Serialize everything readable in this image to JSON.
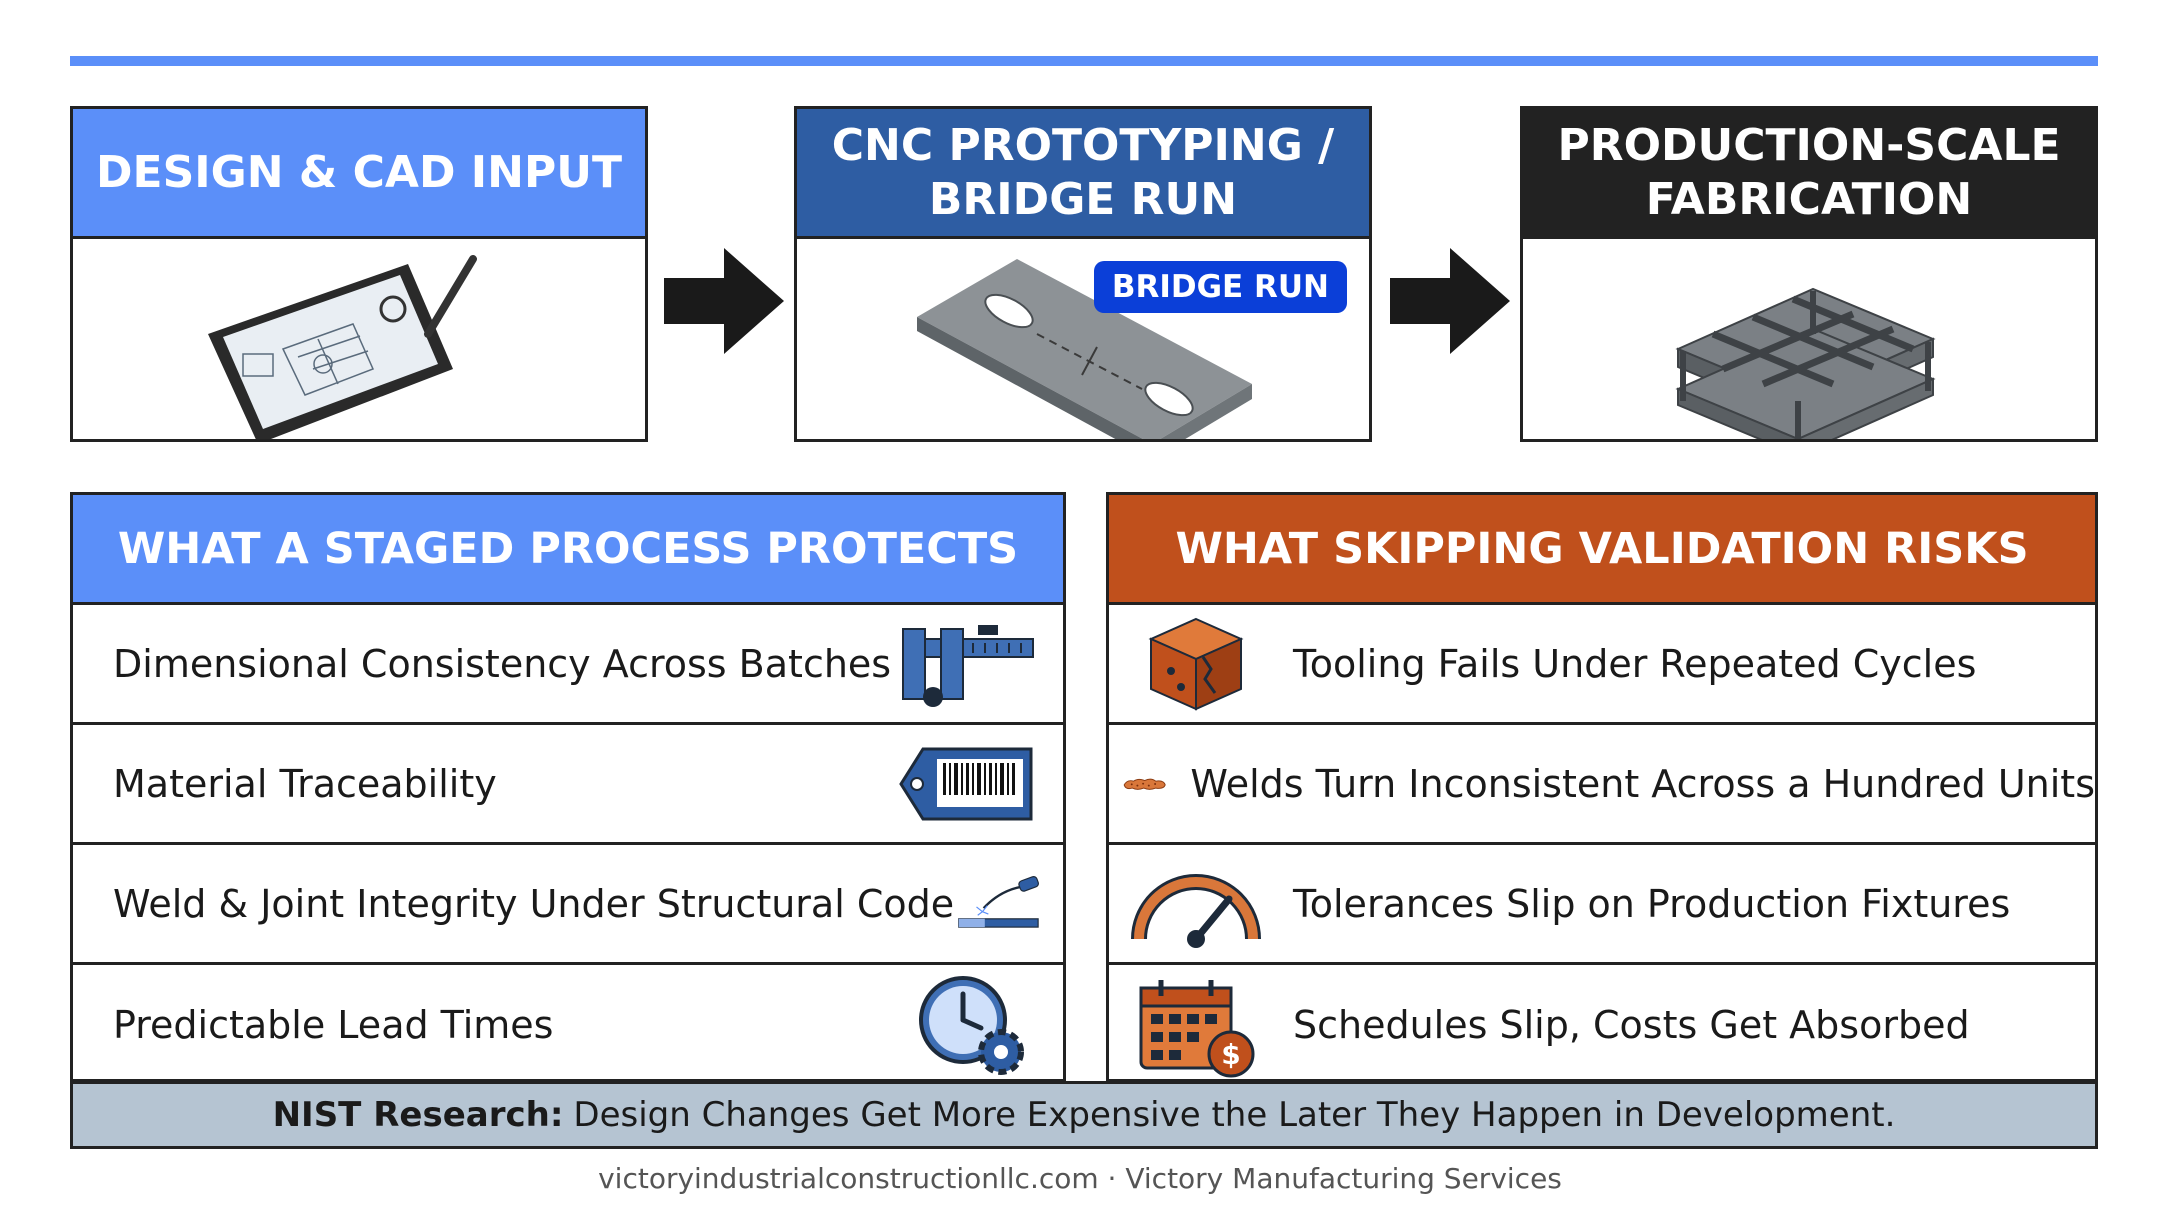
{
  "colors": {
    "accent_blue": "#5b8ff9",
    "navy": "#2e5da3",
    "black": "#222222",
    "rust": "#c0501c",
    "footer_bg": "#b5c4d2",
    "badge_blue": "#0b3fd8"
  },
  "stages": [
    {
      "title_lines": [
        "DESIGN & CAD INPUT"
      ],
      "icon": "tablet-cad-icon"
    },
    {
      "title_lines": [
        "CNC PROTOTYPING /",
        "BRIDGE RUN"
      ],
      "icon": "steel-plate-icon",
      "badge": "BRIDGE RUN"
    },
    {
      "title_lines": [
        "PRODUCTION-SCALE",
        "FABRICATION"
      ],
      "icon": "steel-frame-icon"
    }
  ],
  "protects": {
    "title": "WHAT A STAGED PROCESS PROTECTS",
    "items": [
      {
        "text": "Dimensional Consistency Across Batches",
        "icon": "caliper-icon"
      },
      {
        "text": "Material Traceability",
        "icon": "barcode-tag-icon"
      },
      {
        "text": "Weld & Joint Integrity Under Structural Code",
        "icon": "welding-torch-icon"
      },
      {
        "text": "Predictable Lead Times",
        "icon": "clock-gear-icon"
      }
    ]
  },
  "risks": {
    "title": "WHAT SKIPPING VALIDATION RISKS",
    "items": [
      {
        "text": "Tooling Fails Under Repeated Cycles",
        "icon": "cracked-block-icon"
      },
      {
        "text": "Welds Turn Inconsistent Across a Hundred Units",
        "icon": "weld-bead-icon"
      },
      {
        "text": "Tolerances Slip on Production Fixtures",
        "icon": "gauge-icon"
      },
      {
        "text": "Schedules Slip, Costs Get Absorbed",
        "icon": "calendar-cost-icon"
      }
    ]
  },
  "footer": {
    "bold": "NIST Research:",
    "text": "Design Changes Get More Expensive the Later They Happen in Development."
  },
  "credit": "victoryindustrialconstructionllc.com · Victory Manufacturing Services"
}
